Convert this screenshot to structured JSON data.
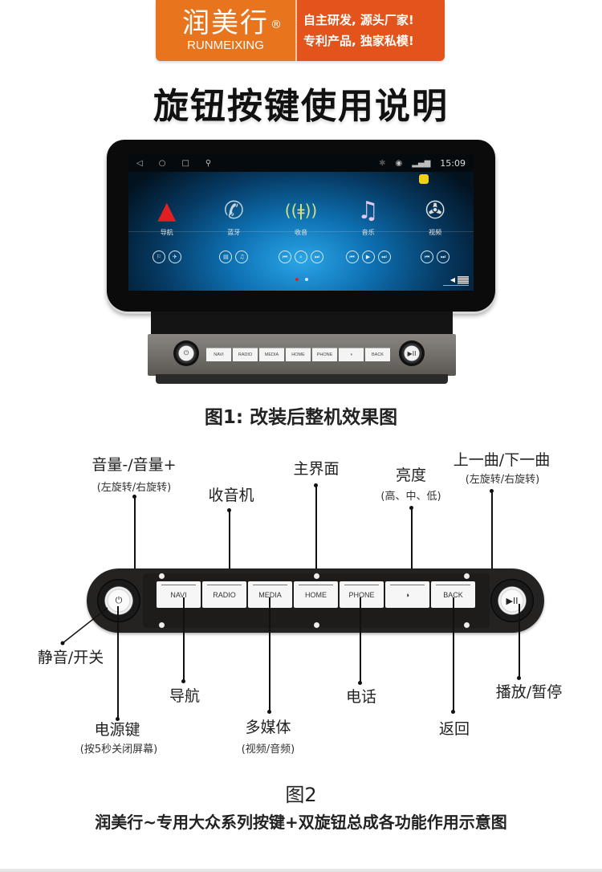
{
  "banner": {
    "brand": "润美行",
    "registered": "®",
    "pinyin": "RUNMEIXING",
    "slogan_line1": "自主研发, 源头厂家!",
    "slogan_line2": "专利产品, 独家私模!",
    "colors": {
      "left": "#e8741e",
      "right": "#e2541b"
    }
  },
  "title": "旋钮按键使用说明",
  "figure1": {
    "screen": {
      "status_time": "15:09",
      "nav_icons": [
        "back-triangle-icon",
        "home-circle-icon",
        "recents-square-icon",
        "usb-icon"
      ],
      "status_icons": [
        "bluetooth-icon",
        "location-icon",
        "signal-icon"
      ],
      "apps": [
        {
          "label": "导航",
          "icon": "navigation-arrow-icon"
        },
        {
          "label": "蓝牙",
          "icon": "phone-handset-icon"
        },
        {
          "label": "收音",
          "icon": "radio-antenna-icon"
        },
        {
          "label": "音乐",
          "icon": "music-note-icon"
        },
        {
          "label": "视频",
          "icon": "film-reel-icon"
        }
      ],
      "control_groups": [
        [
          "⚐",
          "✈"
        ],
        [
          "▤",
          "♫"
        ],
        [
          "⏮",
          "⌕",
          "⏭"
        ],
        [
          "⏮",
          "▶",
          "⏭"
        ],
        [
          "⏮",
          "⏭"
        ]
      ],
      "page_dots": 2,
      "active_page": 1
    },
    "keys": [
      "NAVI",
      "RADIO",
      "MEDIA",
      "HOME",
      "PHONE",
      "◑",
      "BACK"
    ],
    "left_knob": "⏻",
    "right_knob": "▶II",
    "caption": "图1: 改装后整机效果图"
  },
  "figure2": {
    "keys": [
      "NAVI",
      "RADIO",
      "MEDIA",
      "HOME",
      "PHONE",
      "◑",
      "BACK"
    ],
    "left_knob": "⏻",
    "right_knob": "▶II",
    "callouts_top": {
      "volume": {
        "label": "音量-/音量+",
        "sub": "(左旋转/右旋转)"
      },
      "radio": {
        "label": "收音机"
      },
      "home": {
        "label": "主界面"
      },
      "brightness": {
        "label": "亮度",
        "sub": "(高、中、低)"
      },
      "track": {
        "label": "上一曲/下一曲",
        "sub": "(左旋转/右旋转)"
      }
    },
    "callouts_bottom": {
      "mute": {
        "label": "静音/开关"
      },
      "navi": {
        "label": "导航"
      },
      "power": {
        "label": "电源键",
        "sub": "(按5秒关闭屏幕)"
      },
      "media": {
        "label": "多媒体",
        "sub": "(视频/音频)"
      },
      "phone": {
        "label": "电话"
      },
      "back": {
        "label": "返回"
      },
      "play": {
        "label": "播放/暂停"
      }
    },
    "caption": "图2",
    "subtitle": "润美行~专用大众系列按键+双旋钮总成各功能作用示意图"
  }
}
